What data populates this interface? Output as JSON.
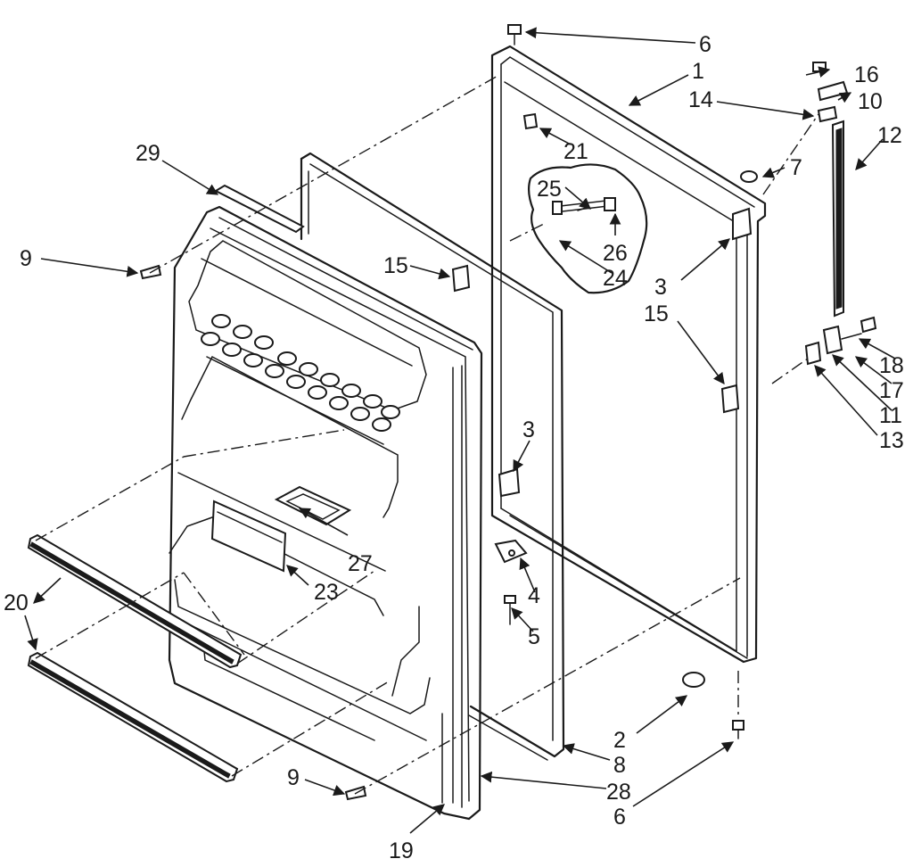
{
  "labels": {
    "l1": "1",
    "l2": "2",
    "l3a": "3",
    "l3b": "3",
    "l4": "4",
    "l5": "5",
    "l6a": "6",
    "l6b": "6",
    "l7": "7",
    "l8": "8",
    "l9a": "9",
    "l9b": "9",
    "l10": "10",
    "l11": "11",
    "l12": "12",
    "l13": "13",
    "l14": "14",
    "l15a": "15",
    "l15b": "15",
    "l16": "16",
    "l17": "17",
    "l18": "18",
    "l19": "19",
    "l20": "20",
    "l21": "21",
    "l23": "23",
    "l24": "24",
    "l25": "25",
    "l26": "26",
    "l27": "27",
    "l28": "28",
    "l29": "29"
  },
  "colors": {
    "ink": "#1a1a1a",
    "paper": "#ffffff"
  }
}
